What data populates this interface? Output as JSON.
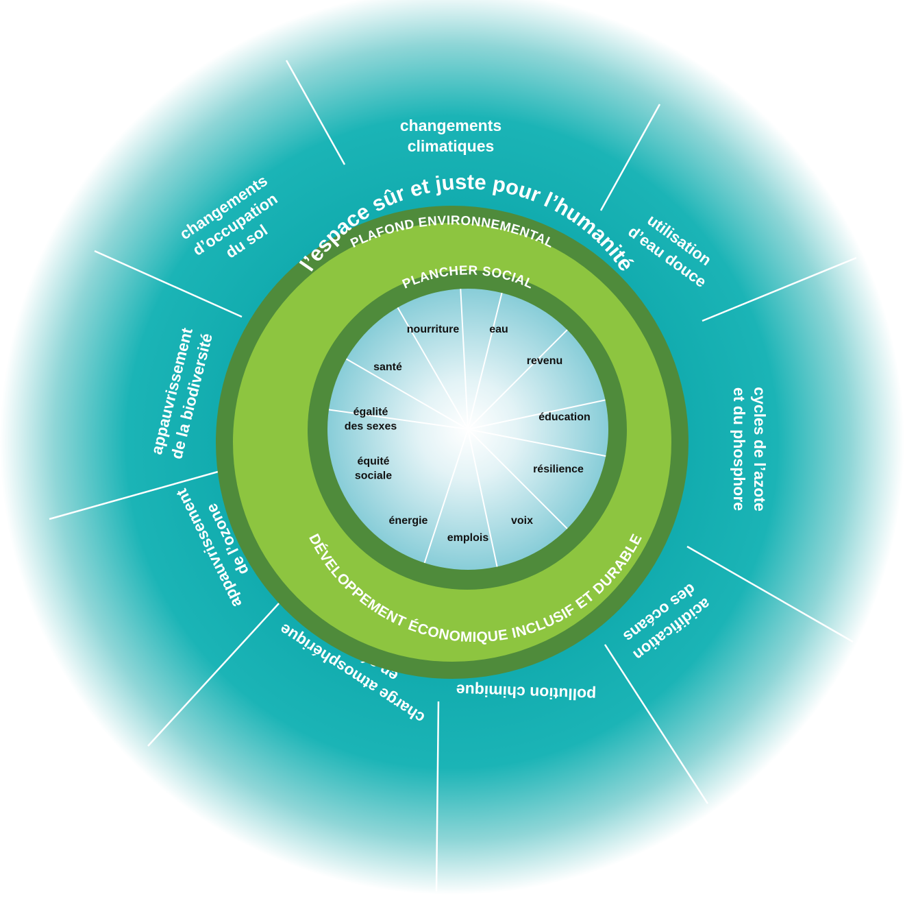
{
  "diagram": {
    "colors": {
      "outer_teal": "#18b3b5",
      "dark_green": "#4f8b3b",
      "light_green": "#8dc540",
      "inner_light": "#9fd7e0",
      "divider": "#ffffff"
    },
    "ceiling_label": "PLAFOND ENVIRONNEMENTAL",
    "safe_space_label": "l’espace sûr et juste pour l’humanité",
    "floor_label": "PLANCHER SOCIAL",
    "economic_label": "DÉVELOPPEMENT ÉCONOMIQUE INCLUSIF ET DURABLE",
    "environmental_boundaries": [
      {
        "lines": [
          "changements",
          "climatiques"
        ],
        "angle": 0
      },
      {
        "lines": [
          "utilisation",
          "d’eau douce"
        ],
        "angle": 36
      },
      {
        "lines": [
          "cycles de l’azote",
          "et du phosphore"
        ],
        "angle": 90
      },
      {
        "lines": [
          "acidification",
          "des océans"
        ],
        "angle": 143
      },
      {
        "lines": [
          "pollution chimique"
        ],
        "angle": 182
      },
      {
        "lines": [
          "charge atmosphérique",
          "en aérosol"
        ],
        "angle": 213
      },
      {
        "lines": [
          "appauvrissement",
          "de l’ozone"
        ],
        "angle": 244
      },
      {
        "lines": [
          "appauvrissement",
          "de la biodiversité"
        ],
        "angle": 284
      },
      {
        "lines": [
          "changements",
          "d’occupation",
          "du sol"
        ],
        "angle": 326
      }
    ],
    "social_foundations": [
      {
        "lines": [
          "nourriture"
        ]
      },
      {
        "lines": [
          "eau"
        ]
      },
      {
        "lines": [
          "revenu"
        ]
      },
      {
        "lines": [
          "éducation"
        ]
      },
      {
        "lines": [
          "résilience"
        ]
      },
      {
        "lines": [
          "voix"
        ]
      },
      {
        "lines": [
          "emplois"
        ]
      },
      {
        "lines": [
          "énergie"
        ]
      },
      {
        "lines": [
          "équité",
          "sociale"
        ]
      },
      {
        "lines": [
          "égalité",
          "des sexes"
        ]
      },
      {
        "lines": [
          "santé"
        ]
      }
    ]
  }
}
